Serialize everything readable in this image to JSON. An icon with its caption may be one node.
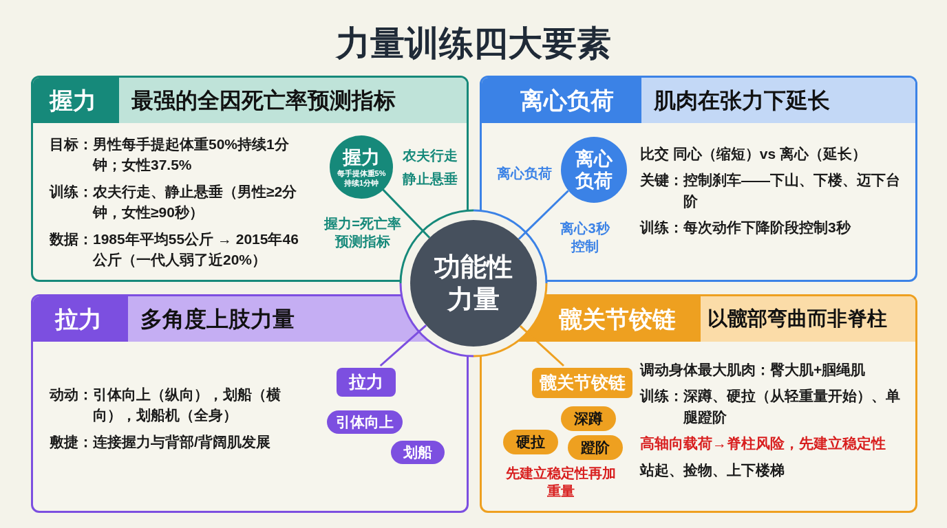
{
  "diagram": {
    "title": "力量训练四大要素",
    "nodes": [
      {
        "text": [
          "功能性力量"
        ]
      },
      {
        "text": [
          "握力",
          "最强的全因死亡率预测指标",
          "目标：男性每手提起体重50%持续1分钟；女性37.5%",
          "训练：农夫行走、静止悬垂（男性≥2分钟，女性≥90秒）",
          "数据：1985年平均55公斤 → 2015年46公斤（一代人弱了近20%）"
        ]
      },
      {
        "text": [
          "握力",
          "每手提体重5%持续1分钟"
        ],
        "in": 1,
        "beside": [
          "农夫行走",
          "静止悬垂"
        ]
      },
      {
        "text": [
          "离心负荷",
          "肌肉在张力下延长",
          "比交 同心（缩短）vs 离心（延长）",
          "关键：控制刹车——下山、下楼、迈下台阶",
          "训练：每次动作下降阶段控制3秒"
        ]
      },
      {
        "text": [
          "离心负荷"
        ],
        "in": 3,
        "beside": [
          "离心负荷",
          "离心3秒控制"
        ]
      },
      {
        "text": [
          "拉力",
          "多角度上肢力量",
          "动动：引体向上（纵向），划船（横向），划船机（全身）",
          "敷捷：连接握力与背部/背阔肌发展"
        ]
      },
      {
        "text": [
          "拉力"
        ],
        "in": 5
      },
      {
        "text": [
          "引体向上"
        ],
        "in": 5
      },
      {
        "text": [
          "划船"
        ],
        "in": 5
      },
      {
        "text": [
          "髋关节铰链",
          "以髋部弯曲而非脊柱",
          "调动身体最大肌肉：臀大肌+腘绳肌",
          "训练：深蹲、硬拉（从轻重量开始）、单腿蹬阶",
          "高轴向载荷→脊柱风险，先建立稳定性",
          "站起、捡物、上下楼梯"
        ]
      },
      {
        "text": [
          "髋关节铰链"
        ],
        "in": 9
      },
      {
        "text": [
          "深蹲"
        ],
        "in": 9
      },
      {
        "text": [
          "硬拉"
        ],
        "in": 9
      },
      {
        "text": [
          "蹬阶"
        ],
        "in": 9
      }
    ],
    "edges": [
      {
        "from": 2,
        "to": 0,
        "arrow": "none",
        "color": "#16897a"
      },
      {
        "from": 4,
        "to": 0,
        "arrow": "none",
        "color": "#3b82e6"
      },
      {
        "from": 6,
        "to": 0,
        "arrow": "none",
        "color": "#7c4fe0"
      },
      {
        "from": 10,
        "to": 0,
        "arrow": "none",
        "color": "#eea020"
      }
    ],
    "labels": [
      "握力=死亡率预测指标",
      "先建立稳定性再加重量"
    ]
  }
}
